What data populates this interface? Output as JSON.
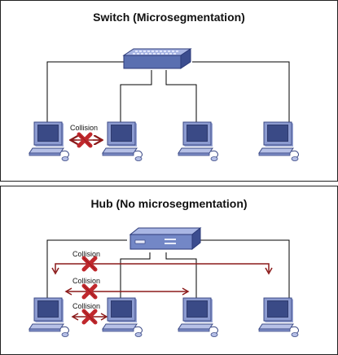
{
  "top_panel": {
    "title": "Switch (Microsegmentation)",
    "device": "switch-icon",
    "computers": [
      "computer-icon",
      "computer-icon",
      "computer-icon",
      "computer-icon"
    ],
    "collision_labels": [
      "Collision"
    ]
  },
  "bottom_panel": {
    "title": "Hub (No microsegmentation)",
    "device": "hub-icon",
    "computers": [
      "computer-icon",
      "computer-icon",
      "computer-icon",
      "computer-icon"
    ],
    "collision_labels": [
      "Collision",
      "Collision",
      "Collision"
    ]
  },
  "colors": {
    "arrow": "#8b1a1a",
    "collision_x": "#c0282d",
    "device": "#5a6fb0",
    "line": "#000000"
  }
}
